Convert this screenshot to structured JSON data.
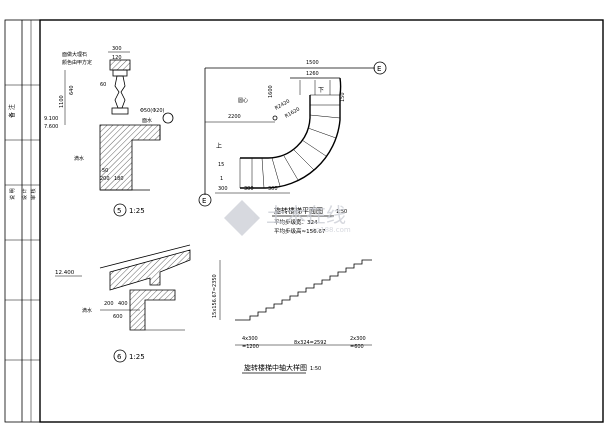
{
  "left_panel": {
    "label_a": "备 注",
    "label_b": "说 明",
    "label_c": "设 计",
    "label_d": "审 核"
  },
  "detail_5": {
    "dims": {
      "top": "300",
      "mid": "120",
      "inner": "60",
      "h1100": "1100",
      "h640": "640"
    },
    "callouts": {
      "stone": "面做大理石",
      "color": "颜色由甲方定",
      "drain": "滴水",
      "slab": "Φ50(Φ20)",
      "finish": "面水"
    },
    "elevations": {
      "e1": "9.100",
      "e2": "7.600"
    },
    "bottom_dims": {
      "d1": "50",
      "d2": "200",
      "d3": "180"
    },
    "marker_num": "5",
    "scale": "1:25"
  },
  "plan": {
    "dims": {
      "d1500": "1500",
      "d1260": "1260",
      "d1600": "1600",
      "d2200": "2200",
      "d300a": "300",
      "d300b": "300",
      "d300c": "300",
      "d150": "150",
      "d15": "15",
      "d1": "1"
    },
    "labels": {
      "up": "上",
      "down": "下",
      "circle": "圆心",
      "r1": "R2420",
      "r2": "R1620",
      "axis_e": "E"
    },
    "title": "旋转楼梯平面图",
    "title_scale": "1:50",
    "note1": "平均步级宽：324",
    "note2": "平均步级高≈156.67"
  },
  "detail_6": {
    "elevation": "12.400",
    "dims": {
      "d200": "200",
      "d400": "400",
      "d600": "600"
    },
    "drain": "滴水",
    "marker_num": "6",
    "scale": "1:25"
  },
  "section": {
    "vertical_dim": "15x156.67=2350",
    "bottom_dims": {
      "a1": "4x300",
      "a2": "=1200",
      "b1": "8x324=2592",
      "c1": "2x300",
      "c2": "=600"
    },
    "title": "旋转楼梯中轴大样图",
    "scale": "1:50"
  },
  "watermark": {
    "text": "土木在线",
    "sub": "co188.com"
  }
}
